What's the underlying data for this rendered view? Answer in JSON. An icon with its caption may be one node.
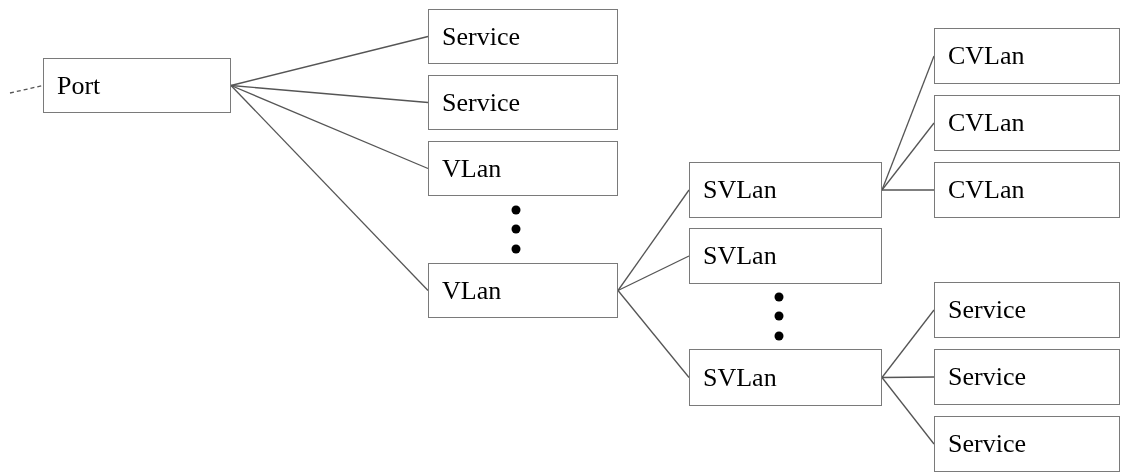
{
  "diagram": {
    "nodes": [
      {
        "text": [
          "Port"
        ]
      },
      {
        "text": [
          "Service"
        ]
      },
      {
        "text": [
          "Service"
        ]
      },
      {
        "text": [
          "VLan"
        ]
      },
      {
        "text": [
          "VLan"
        ]
      },
      {
        "text": [
          "SVLan"
        ]
      },
      {
        "text": [
          "SVLan"
        ]
      },
      {
        "text": [
          "SVLan"
        ]
      },
      {
        "text": [
          "CVLan"
        ]
      },
      {
        "text": [
          "CVLan"
        ]
      },
      {
        "text": [
          "CVLan"
        ]
      },
      {
        "text": [
          "Service"
        ]
      },
      {
        "text": [
          "Service"
        ]
      },
      {
        "text": [
          "Service"
        ]
      }
    ],
    "edges": [
      {
        "from": null,
        "to": 0,
        "arrow": "none",
        "style": "dashed"
      },
      {
        "from": 0,
        "to": 1,
        "arrow": "none"
      },
      {
        "from": 0,
        "to": 2,
        "arrow": "none"
      },
      {
        "from": 0,
        "to": 3,
        "arrow": "none"
      },
      {
        "from": 0,
        "to": 4,
        "arrow": "none"
      },
      {
        "from": 4,
        "to": 5,
        "arrow": "none"
      },
      {
        "from": 4,
        "to": 6,
        "arrow": "none"
      },
      {
        "from": 4,
        "to": 7,
        "arrow": "none"
      },
      {
        "from": 5,
        "to": 8,
        "arrow": "none"
      },
      {
        "from": 5,
        "to": 9,
        "arrow": "none"
      },
      {
        "from": 5,
        "to": 10,
        "arrow": "none"
      },
      {
        "from": 7,
        "to": 11,
        "arrow": "none"
      },
      {
        "from": 7,
        "to": 12,
        "arrow": "none"
      },
      {
        "from": 7,
        "to": 13,
        "arrow": "none"
      }
    ]
  }
}
